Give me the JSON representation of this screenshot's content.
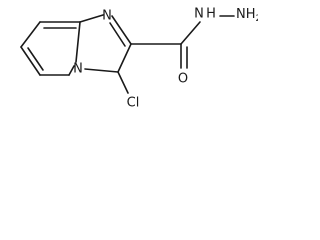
{
  "molecule": {
    "atoms": {
      "n_imidazole": "N",
      "n_bridgehead": "N",
      "chlorine": "Cl",
      "oxygen": "O",
      "hydrazide": "N",
      "hydrazide_link_dash": "H",
      "hydrazide_nh2": "NH"
    },
    "colors": {
      "bond": "#1a1a1a",
      "label": "#1a1a1a",
      "background": "#ffffff"
    }
  }
}
